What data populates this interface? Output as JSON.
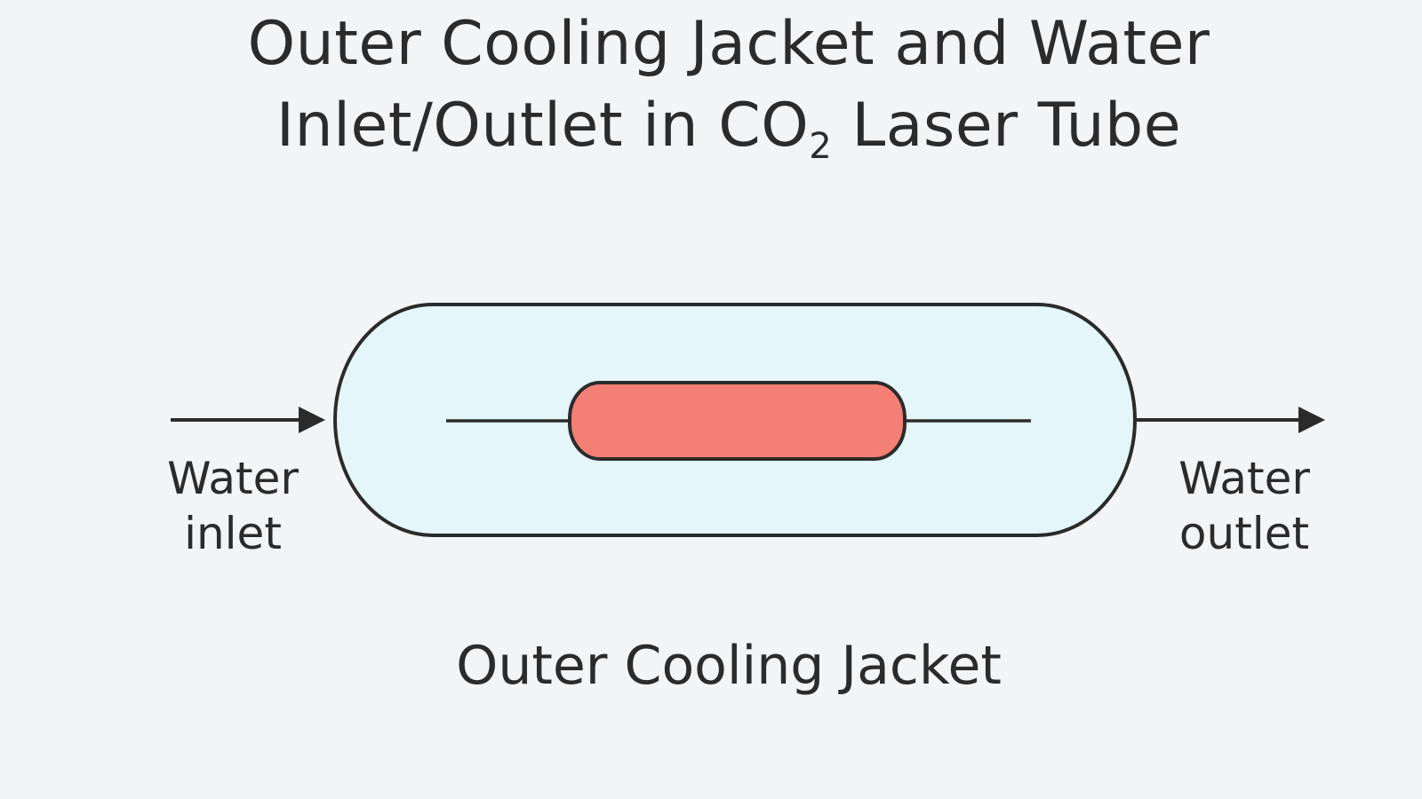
{
  "title": {
    "line1": "Outer Cooling Jacket and Water",
    "line2_prefix": "Inlet/Outlet in CO",
    "line2_subscript": "2",
    "line2_suffix": " Laser Tube"
  },
  "labels": {
    "water_inlet_line1": "Water",
    "water_inlet_line2": "inlet",
    "water_outlet_line1": "Water",
    "water_outlet_line2": "outlet"
  },
  "caption": "Outer Cooling Jacket",
  "colors": {
    "background": "#f3f4f6",
    "jacket_fill": "#e4f6fa",
    "jacket_stroke": "#2b2b2b",
    "laser_tube_fill": "#f47f75",
    "arrow": "#2b2b2b",
    "text": "#2b2b2b"
  }
}
